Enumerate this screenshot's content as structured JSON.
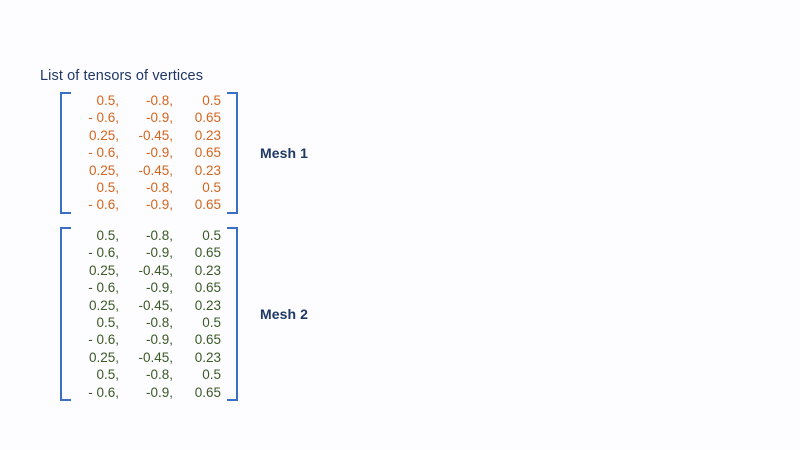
{
  "slide": {
    "title": "List of tensors of vertices",
    "background_color": "#fdfcff",
    "title_color": "#1f3864",
    "bracket_color": "#3a6fc4",
    "label_color": "#1f3864"
  },
  "tensors": [
    {
      "label": "Mesh 1",
      "text_color": "#d4651c",
      "shape": [
        7,
        3
      ],
      "rows": [
        [
          "0.5,",
          "-0.8,",
          "0.5"
        ],
        [
          "- 0.6,",
          "-0.9,",
          "0.65"
        ],
        [
          "0.25,",
          "-0.45,",
          "0.23"
        ],
        [
          "- 0.6,",
          "-0.9,",
          "0.65"
        ],
        [
          "0.25,",
          "-0.45,",
          "0.23"
        ],
        [
          "0.5,",
          "-0.8,",
          "0.5"
        ],
        [
          "- 0.6,",
          "-0.9,",
          "0.65"
        ]
      ]
    },
    {
      "label": "Mesh 2",
      "text_color": "#3b5a26",
      "shape": [
        10,
        3
      ],
      "rows": [
        [
          "0.5,",
          "-0.8,",
          "0.5"
        ],
        [
          "- 0.6,",
          "-0.9,",
          "0.65"
        ],
        [
          "0.25,",
          "-0.45,",
          "0.23"
        ],
        [
          "- 0.6,",
          "-0.9,",
          "0.65"
        ],
        [
          "0.25,",
          "-0.45,",
          "0.23"
        ],
        [
          "0.5,",
          "-0.8,",
          "0.5"
        ],
        [
          "- 0.6,",
          "-0.9,",
          "0.65"
        ],
        [
          "0.25,",
          "-0.45,",
          "0.23"
        ],
        [
          "0.5,",
          "-0.8,",
          "0.5"
        ],
        [
          "- 0.6,",
          "-0.9,",
          "0.65"
        ]
      ]
    }
  ]
}
